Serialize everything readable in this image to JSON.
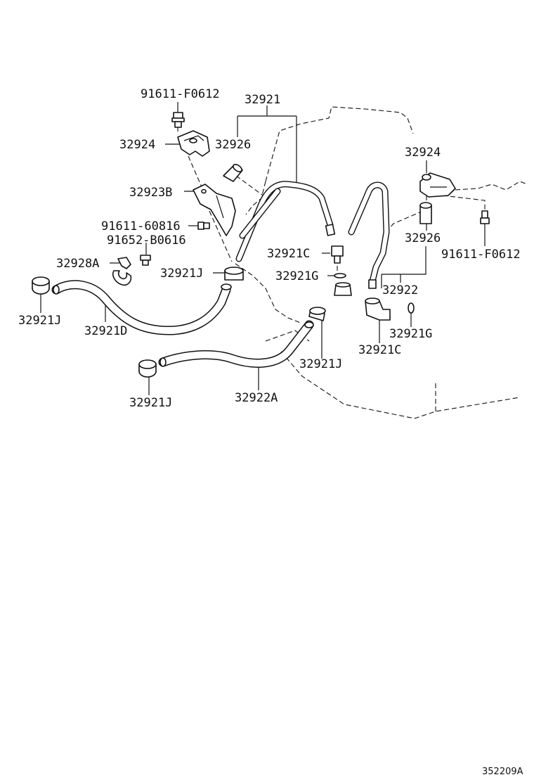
{
  "labels": {
    "p91611_F0612_top": "91611-F0612",
    "p32921": "32921",
    "p32924_left": "32924",
    "p32926_left": "32926",
    "p32923B": "32923B",
    "p91611_60816": "91611-60816",
    "p91652_B0616": "91652-B0616",
    "p32928A": "32928A",
    "p32921J_clip": "32921J",
    "p32921J_left": "32921J",
    "p32921D": "32921D",
    "p32921C_mid": "32921C",
    "p32921G_mid": "32921G",
    "p32924_right": "32924",
    "p32926_right": "32926",
    "p91611_F0612_right": "91611-F0612",
    "p32922": "32922",
    "p32921G_right": "32921G",
    "p32921C_right": "32921C",
    "p32921J_mid": "32921J",
    "p32921J_bottom": "32921J",
    "p32922A": "32922A"
  },
  "diagram_code": "352209A"
}
